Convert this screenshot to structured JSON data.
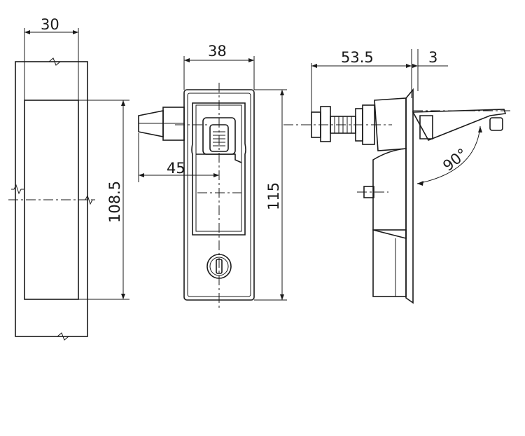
{
  "dimensions": {
    "width_30": "30",
    "width_38": "38",
    "depth_53_5": "53.5",
    "thickness_3": "3",
    "height_108_5": "108.5",
    "height_115": "115",
    "offset_45": "45",
    "angle_90": "90°"
  }
}
